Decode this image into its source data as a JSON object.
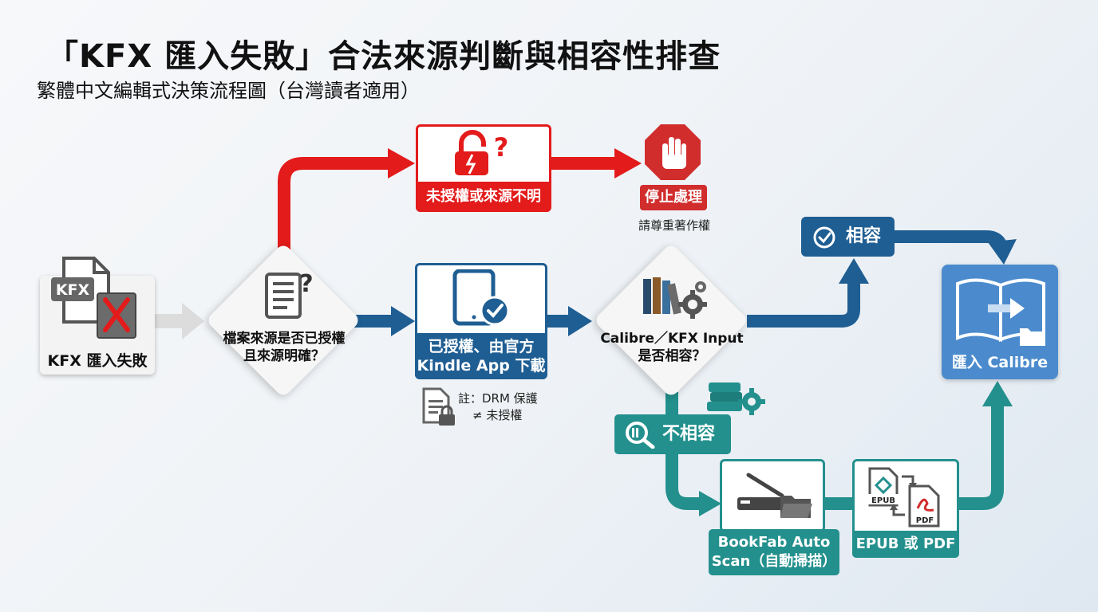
{
  "header": {
    "title": "「KFX 匯入失敗」合法來源判斷與相容性排查",
    "subtitle": "繁體中文編輯式決策流程圖（台灣讀者適用）"
  },
  "nodes": {
    "kfx_failed": {
      "badge": "KFX",
      "label": "KFX 匯入失敗"
    },
    "decision_source": {
      "line1": "檔案來源是否已授權",
      "line2": "且來源明確？"
    },
    "unauthorized": {
      "label": "未授權或來源不明"
    },
    "stop": {
      "label": "停止處理",
      "note": "請尊重著作權"
    },
    "official": {
      "line1": "已授權、由官方",
      "line2": "Kindle App 下載"
    },
    "drm_note": {
      "line1": "註：DRM 保護",
      "line2": "≠ 未授權"
    },
    "decision_compat": {
      "line1": "Calibre／KFX Input",
      "line2": "是否相容？"
    },
    "compatible": {
      "label": "相容"
    },
    "import_calibre": {
      "label": "匯入 Calibre"
    },
    "incompatible": {
      "label": "不相容"
    },
    "bookfab": {
      "line1": "BookFab Auto",
      "line2": "Scan（自動掃描）"
    },
    "formats": {
      "label": "EPUB 或 PDF",
      "epub_tag": "EPUB",
      "pdf_tag": "PDF"
    }
  },
  "colors": {
    "red": "#e31b1b",
    "blue": "#1f5e93",
    "teal": "#23908d",
    "light_blue": "#4b8bcd"
  }
}
